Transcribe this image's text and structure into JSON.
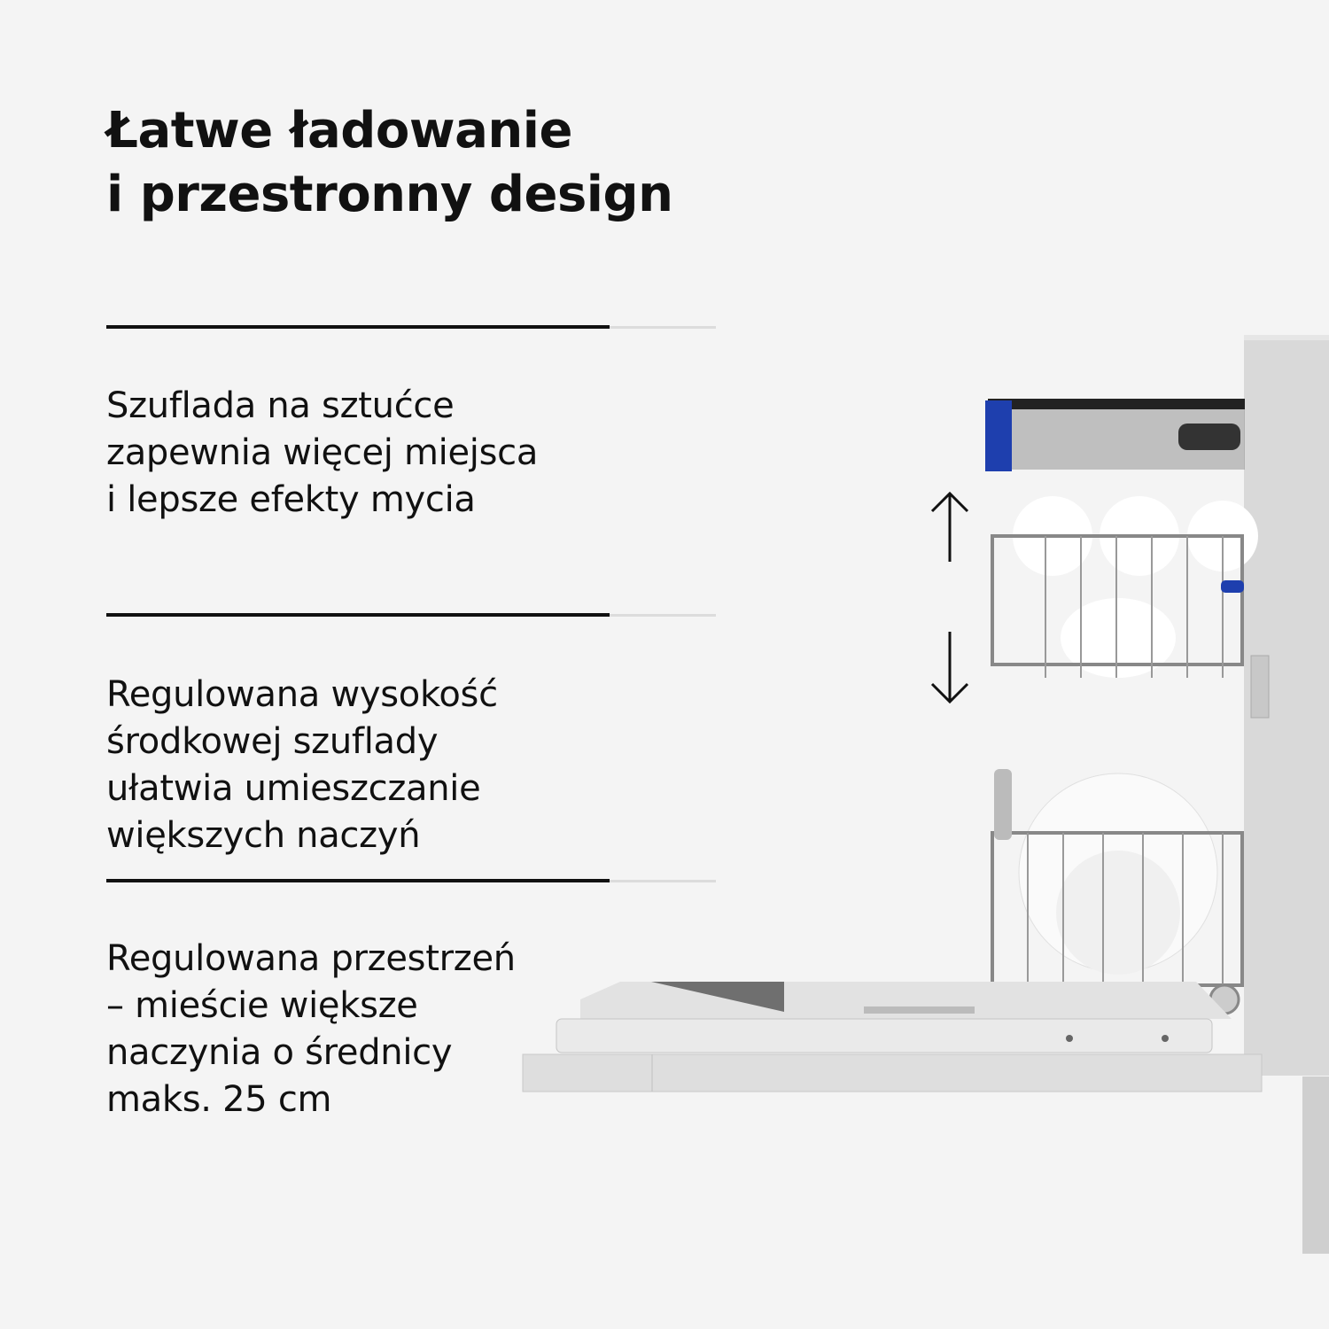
{
  "title": {
    "lines": [
      "Łatwe ładowanie",
      "i przestronny design"
    ]
  },
  "features": [
    {
      "lines": [
        "Szuflada na sztućce",
        "zapewnia więcej miejsca",
        "i lepsze efekty mycia"
      ]
    },
    {
      "lines": [
        "Regulowana wysokość",
        "środkowej szuflady",
        "ułatwia umieszczanie",
        "większych naczyń"
      ]
    },
    {
      "lines": [
        "Regulowana przestrzeń",
        "– mieście większe",
        "naczynia o średnicy",
        "maks. 25 cm"
      ]
    }
  ],
  "colors": {
    "background": "#f4f4f4",
    "text": "#111111",
    "divider_dark": "#111111",
    "divider_light": "#dcdcdc",
    "accent_blue": "#1e3fae"
  },
  "icons": [
    "arrow-up-icon",
    "arrow-down-icon"
  ]
}
